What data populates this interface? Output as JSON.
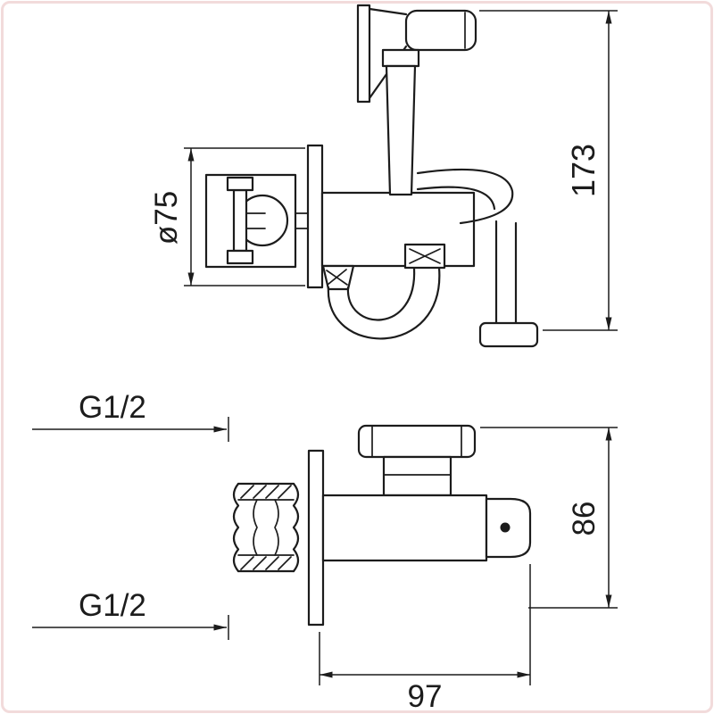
{
  "canvas": {
    "background": "#ffffff",
    "border_color": "#f2dbdb",
    "line_color": "#1c1c1c"
  },
  "labels": {
    "escutcheon_diameter": "ø75",
    "overall_height": "173",
    "inlet_thread": "G1/2",
    "outlet_thread": "G1/2",
    "body_depth": "86",
    "body_width": "97"
  }
}
